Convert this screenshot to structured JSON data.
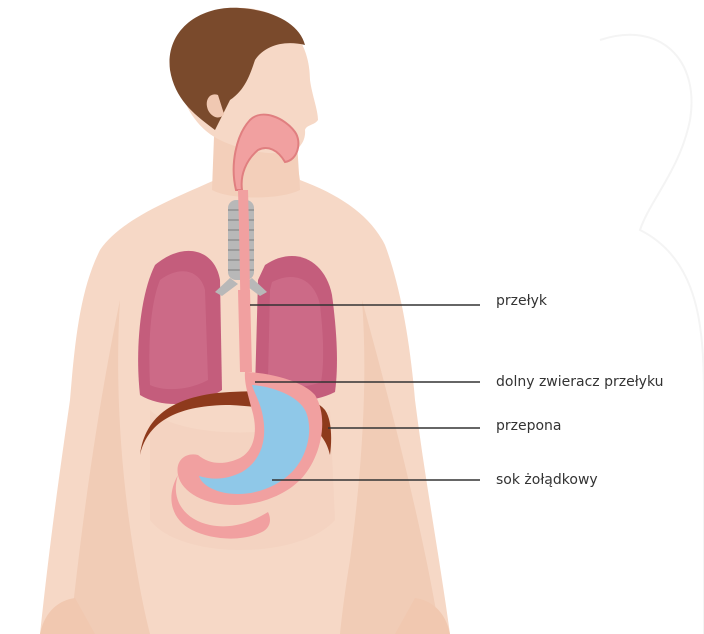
{
  "labels": {
    "esophagus": "przełyk",
    "lower_sphincter": "dolny zwieracz przełyku",
    "diaphragm": "przepona",
    "gastric_juice": "sok żołądkowy"
  },
  "colors": {
    "skin": "#f6d8c6",
    "skin_shadow": "#efc4ad",
    "hair": "#7a4a2c",
    "lungs": "#c45d7c",
    "trachea": "#b8b8b8",
    "esophagus": "#f1a0a0",
    "stomach_juice": "#8fc8e8",
    "diaphragm": "#8e3a1c",
    "leader_line": "#333333"
  }
}
